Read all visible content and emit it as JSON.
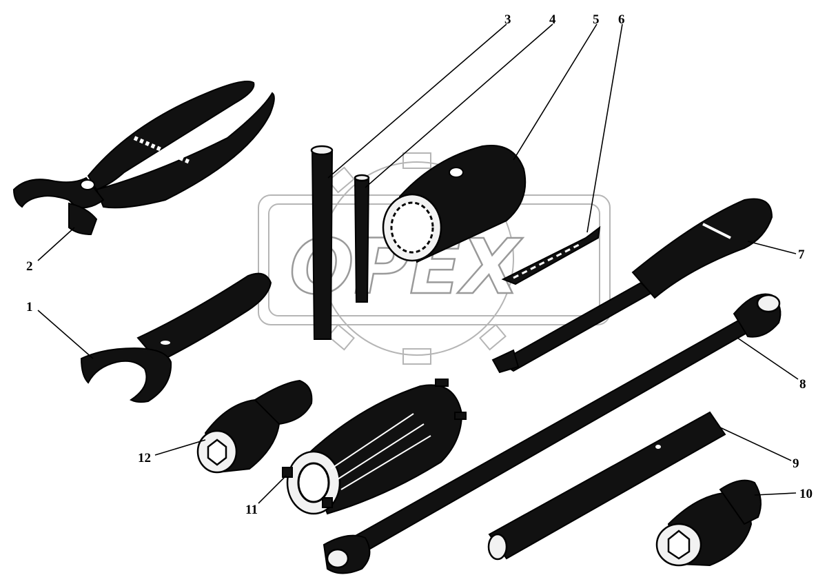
{
  "watermark": {
    "text": "OPEX"
  },
  "callouts": [
    {
      "id": "1",
      "label": "1"
    },
    {
      "id": "2",
      "label": "2"
    },
    {
      "id": "3",
      "label": "3"
    },
    {
      "id": "4",
      "label": "4"
    },
    {
      "id": "5",
      "label": "5"
    },
    {
      "id": "6",
      "label": "6"
    },
    {
      "id": "7",
      "label": "7"
    },
    {
      "id": "8",
      "label": "8"
    },
    {
      "id": "9",
      "label": "9"
    },
    {
      "id": "10",
      "label": "10"
    },
    {
      "id": "11",
      "label": "11"
    },
    {
      "id": "12",
      "label": "12"
    }
  ]
}
